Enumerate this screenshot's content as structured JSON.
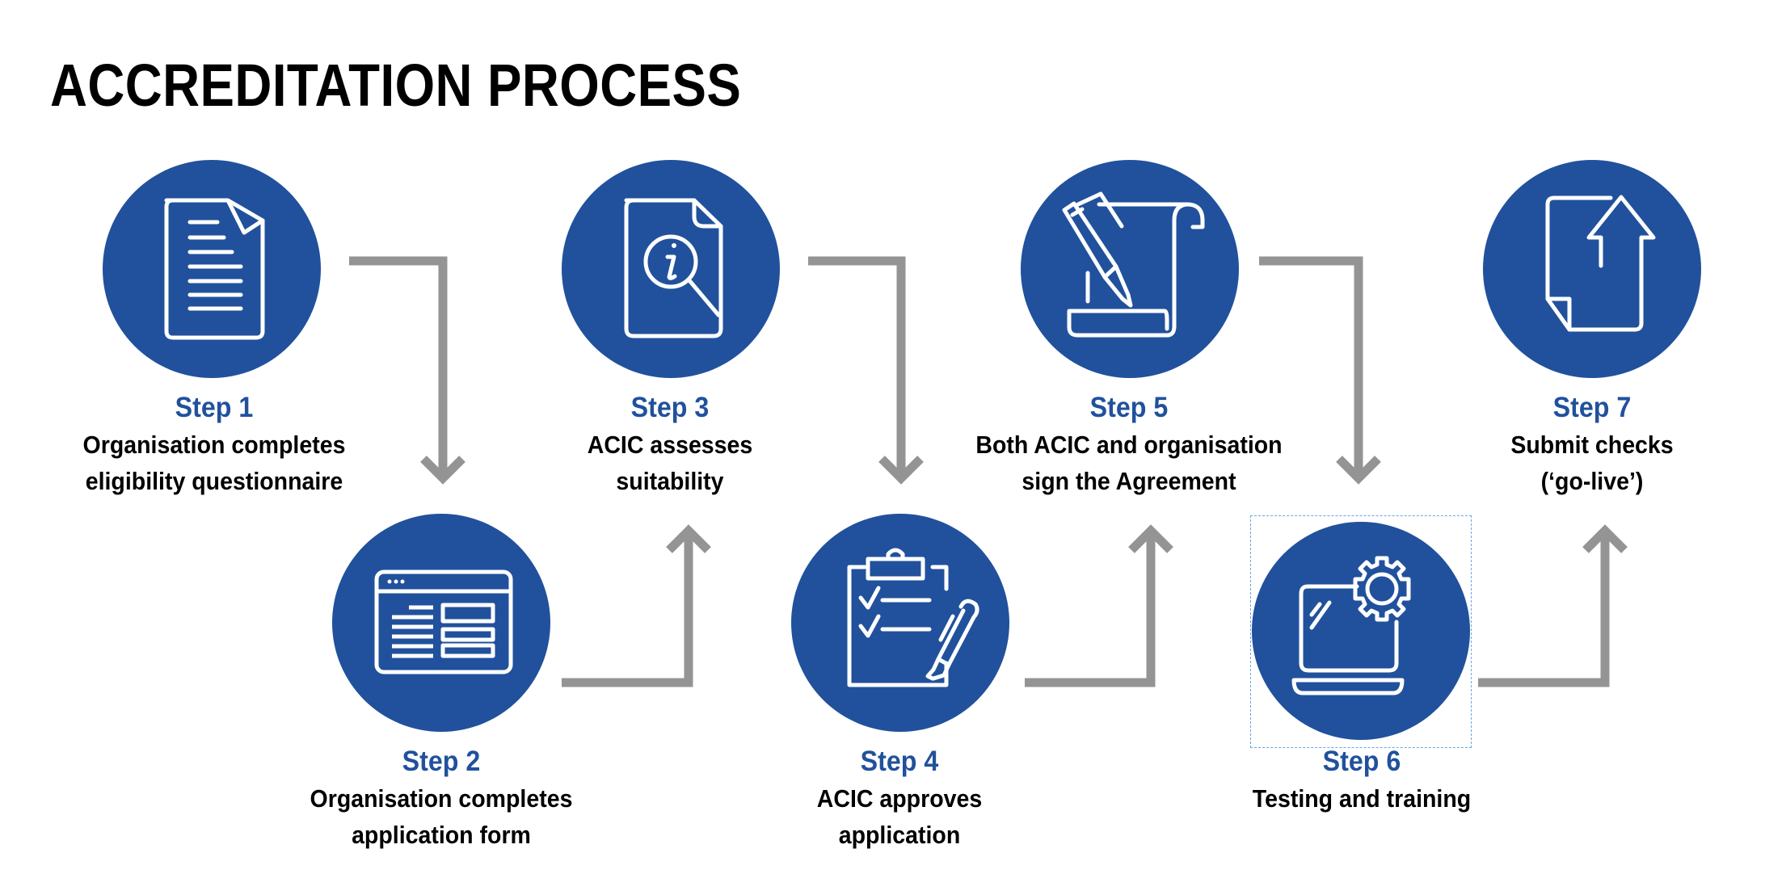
{
  "title": "ACCREDITATION PROCESS",
  "colors": {
    "accent": "#21519c",
    "arrow": "#949494",
    "text": "#000000",
    "selection": "#6aa6e8"
  },
  "steps": [
    {
      "label": "Step 1",
      "lines": [
        "Organisation completes",
        "eligibility questionnaire"
      ],
      "icon": "document-icon",
      "row": "top"
    },
    {
      "label": "Step 2",
      "lines": [
        "Organisation completes",
        "application form"
      ],
      "icon": "web-form-icon",
      "row": "bottom"
    },
    {
      "label": "Step 3",
      "lines": [
        "ACIC assesses",
        "suitability"
      ],
      "icon": "document-search-info-icon",
      "row": "top"
    },
    {
      "label": "Step 4",
      "lines": [
        "ACIC approves",
        "application"
      ],
      "icon": "clipboard-checklist-pen-icon",
      "row": "bottom"
    },
    {
      "label": "Step 5",
      "lines": [
        "Both ACIC and organisation",
        "sign the Agreement"
      ],
      "icon": "scroll-pen-signature-icon",
      "row": "top"
    },
    {
      "label": "Step 6",
      "lines": [
        "Testing and training"
      ],
      "icon": "laptop-gear-icon",
      "row": "bottom",
      "selected": true
    },
    {
      "label": "Step 7",
      "lines": [
        "Submit checks",
        "(‘go-live’)"
      ],
      "icon": "document-upload-icon",
      "row": "top"
    }
  ],
  "connectors": [
    {
      "from": "Step 1",
      "to": "Step 2",
      "direction": "down"
    },
    {
      "from": "Step 2",
      "to": "Step 3",
      "direction": "up"
    },
    {
      "from": "Step 3",
      "to": "Step 4",
      "direction": "down"
    },
    {
      "from": "Step 4",
      "to": "Step 5",
      "direction": "up"
    },
    {
      "from": "Step 5",
      "to": "Step 6",
      "direction": "down"
    },
    {
      "from": "Step 6",
      "to": "Step 7",
      "direction": "up"
    }
  ]
}
